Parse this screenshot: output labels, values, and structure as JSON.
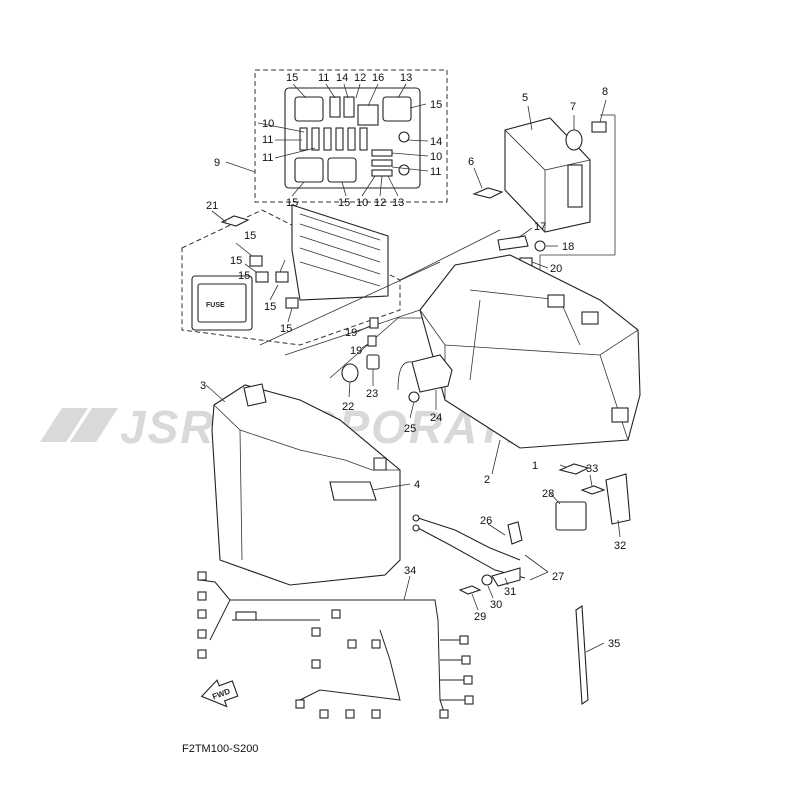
{
  "watermark": "JSR CORPORATION",
  "diagram_code": "F2TM100-S200",
  "fwd_label": "FWD",
  "fuse_label": "FUSE",
  "callouts": {
    "c1": "1",
    "c2": "2",
    "c3": "3",
    "c4": "4",
    "c5": "5",
    "c6": "6",
    "c7": "7",
    "c8": "8",
    "c9": "9",
    "c10a": "10",
    "c10b": "10",
    "c10c": "10",
    "c11a": "11",
    "c11b": "11",
    "c11c": "11",
    "c11d": "11",
    "c12a": "12",
    "c12b": "12",
    "c13a": "13",
    "c13b": "13",
    "c14a": "14",
    "c14b": "14",
    "c15a": "15",
    "c15b": "15",
    "c15c": "15",
    "c15d": "15",
    "c15e": "15",
    "c15f": "15",
    "c15g": "15",
    "c15h": "15",
    "c16": "16",
    "c17": "17",
    "c18": "18",
    "c19a": "19",
    "c19b": "19",
    "c20": "20",
    "c21": "21",
    "c22": "22",
    "c23": "23",
    "c24": "24",
    "c25": "25",
    "c26": "26",
    "c27": "27",
    "c28": "28",
    "c29": "29",
    "c30": "30",
    "c31": "31",
    "c32": "32",
    "c33": "33",
    "c34": "34",
    "c35": "35"
  }
}
